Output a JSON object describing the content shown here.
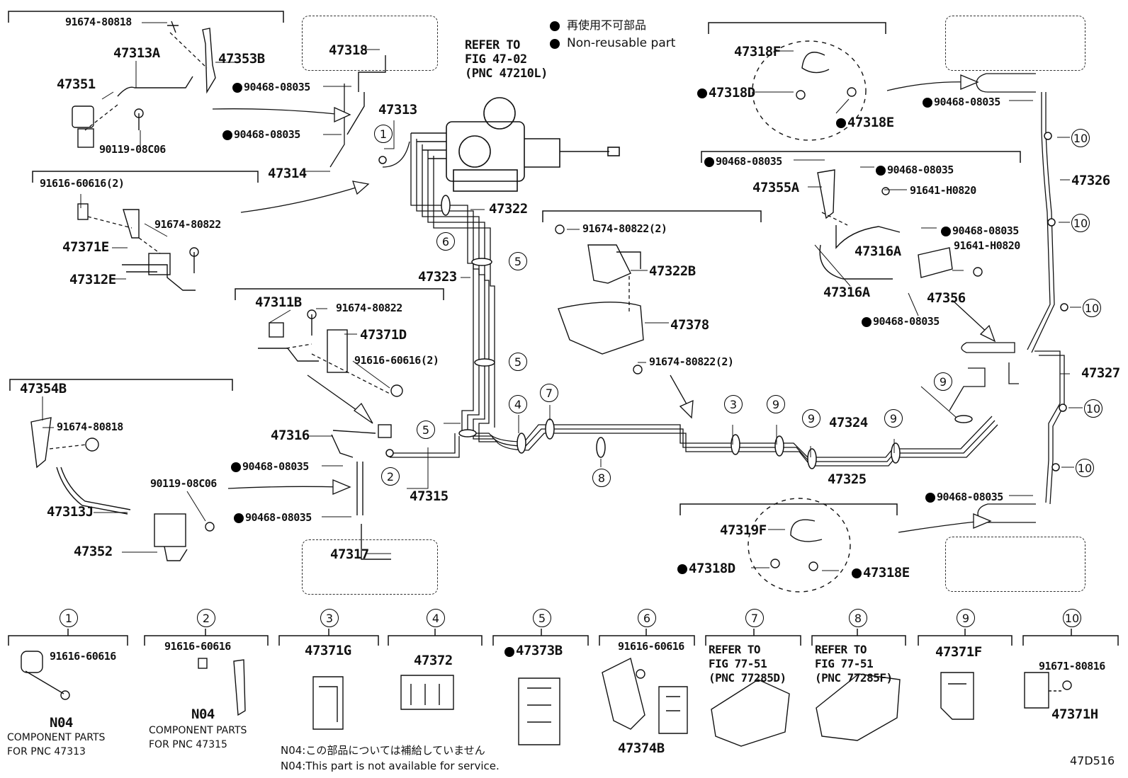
{
  "legend": {
    "jp": "再使用不可部品",
    "en": "Non-reusable part"
  },
  "refer_master": [
    "REFER TO",
    "FIG 47-02",
    "(PNC 47210L)"
  ],
  "labels": {
    "p91674_80818_a": "91674-80818",
    "p47313A": "47313A",
    "p47353B": "47353B",
    "p47351": "47351",
    "p90119_a": "90119-08C06",
    "p47318": "47318",
    "p90468_a": "90468-08035",
    "p90468_b": "90468-08035",
    "p47313": "47313",
    "p47314": "47314",
    "p91616_a": "91616-60616(2)",
    "p91674_80822_a": "91674-80822",
    "p47371E": "47371E",
    "p47312E": "47312E",
    "p47322": "47322",
    "p47323": "47323",
    "p47311B": "47311B",
    "p91674_80822_b": "91674-80822",
    "p47371D": "47371D",
    "p91616_b": "91616-60616(2)",
    "p47354B": "47354B",
    "p91674_80818_b": "91674-80818",
    "p90119_b": "90119-08C06",
    "p47313J": "47313J",
    "p47352": "47352",
    "p47316": "47316",
    "p90468_c": "90468-08035",
    "p90468_d": "90468-08035",
    "p47317": "47317",
    "p47315": "47315",
    "p91674_80822_c": "91674-80822(2)",
    "p47322B": "47322B",
    "p47378": "47378",
    "p91674_80822_d": "91674-80822(2)",
    "p47324": "47324",
    "p47325": "47325",
    "p47318F": "47318F",
    "p47318D_a": "47318D",
    "p47318E_a": "47318E",
    "p90468_e": "90468-08035",
    "p90468_f": "90468-08035",
    "p47355A": "47355A",
    "p91641_a": "91641-H0820",
    "p90468_g": "90468-08035",
    "p47316A_a": "47316A",
    "p91641_b": "91641-H0820",
    "p47316A_b": "47316A",
    "p47356": "47356",
    "p90468_h": "90468-08035",
    "p90468_i": "90468-08035",
    "p47326": "47326",
    "p47327": "47327",
    "p90468_j": "90468-08035",
    "p47319F": "47319F",
    "p47318D_b": "47318D",
    "p47318E_b": "47318E"
  },
  "callouts": [
    "1",
    "2",
    "3",
    "4",
    "5",
    "6",
    "7",
    "8",
    "9",
    "10"
  ],
  "bottom": {
    "b1_part": "91616-60616",
    "b1_code": "N04",
    "b1_note": [
      "COMPONENT PARTS",
      "FOR PNC 47313"
    ],
    "b2_part": "91616-60616",
    "b2_code": "N04",
    "b2_note": [
      "COMPONENT PARTS",
      "FOR PNC 47315"
    ],
    "b3_part": "47371G",
    "b4_part": "47372",
    "b5_part": "47373B",
    "b6_part": "91616-60616",
    "b6_part2": "47374B",
    "b7_ref": [
      "REFER TO",
      "FIG 77-51",
      "(PNC 77285D)"
    ],
    "b8_ref": [
      "REFER TO",
      "FIG 77-51",
      "(PNC 77285F)"
    ],
    "b9_part": "47371F",
    "b10_part": "91671-80816",
    "b10_part2": "47371H"
  },
  "footnote_jp": "N04:この部品については補給していません",
  "footnote_en": "N04:This part is not available for service.",
  "figure_id": "47D516"
}
